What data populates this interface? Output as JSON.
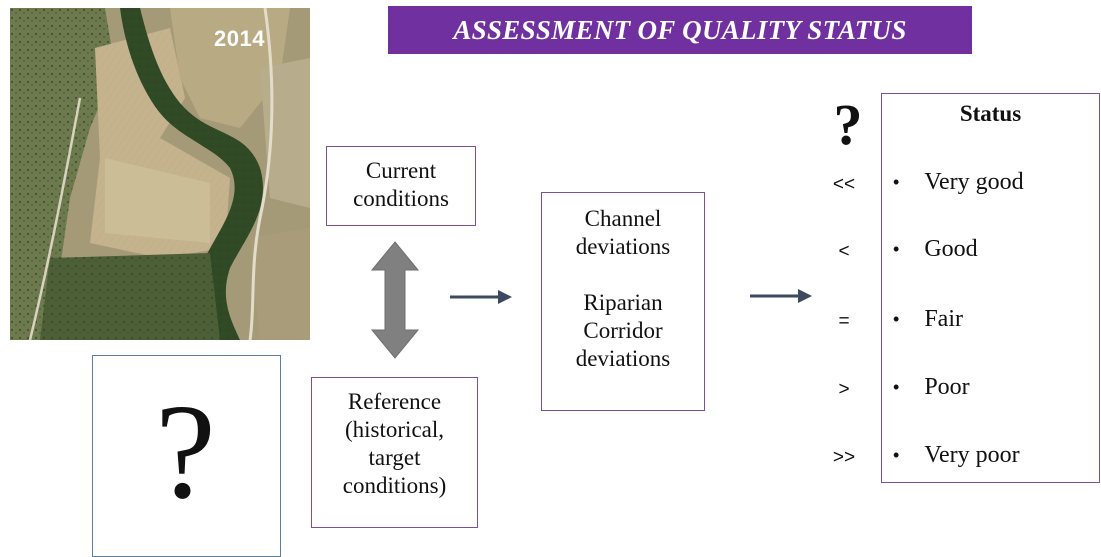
{
  "title": "ASSESSMENT OF QUALITY STATUS",
  "photo": {
    "year_label": "2014"
  },
  "unknown_reference_mark": "?",
  "current_box": {
    "lines": [
      "Current",
      "conditions"
    ]
  },
  "reference_box": {
    "lines": [
      "Reference",
      "(historical,",
      "target",
      "conditions)"
    ]
  },
  "deviations_box": {
    "channel_lines": [
      "Channel",
      "deviations"
    ],
    "riparian_lines": [
      "Riparian",
      "Corridor",
      "deviations"
    ]
  },
  "status_box": {
    "question_mark": "?",
    "title": "Status",
    "items": [
      {
        "symbol": "<<",
        "label": "Very good"
      },
      {
        "symbol": "<",
        "label": "Good"
      },
      {
        "symbol": "=",
        "label": "Fair"
      },
      {
        "symbol": ">",
        "label": "Poor"
      },
      {
        "symbol": ">>",
        "label": "Very poor"
      }
    ]
  },
  "colors": {
    "banner": "#7030a0",
    "box_border": "#7d4f9a",
    "arrow": "#3b4a5f",
    "double_arrow": "#808080"
  }
}
